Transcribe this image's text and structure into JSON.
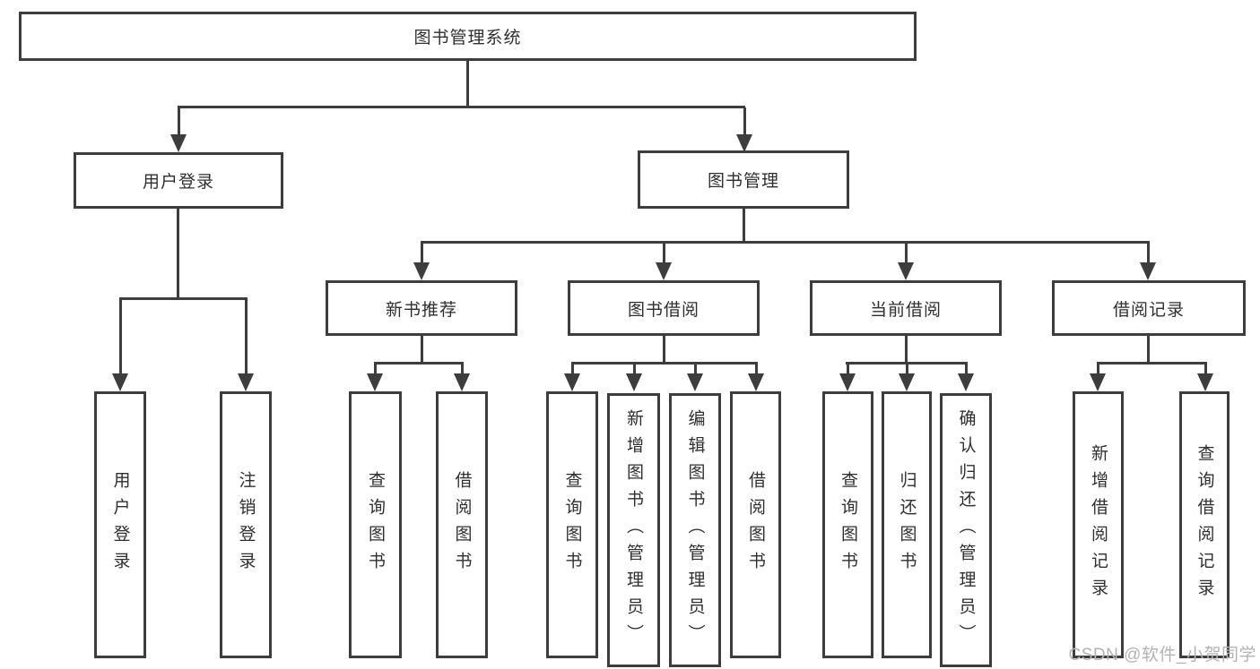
{
  "colors": {
    "line": "#3d3d3d",
    "text": "#2f2f2f",
    "watermark": "#b3b3b3",
    "background": "#ffffff"
  },
  "tree": {
    "root": {
      "label": "图书管理系统"
    },
    "branches": [
      {
        "label": "用户登录",
        "children": [
          {
            "label": "用户登录"
          },
          {
            "label": "注销登录"
          }
        ]
      },
      {
        "label": "图书管理",
        "children": [
          {
            "label": "新书推荐",
            "children": [
              {
                "label": "查询图书"
              },
              {
                "label": "借阅图书"
              }
            ]
          },
          {
            "label": "图书借阅",
            "children": [
              {
                "label": "查询图书"
              },
              {
                "label": "新增图书（管理员）"
              },
              {
                "label": "编辑图书（管理员）"
              },
              {
                "label": "借阅图书"
              }
            ]
          },
          {
            "label": "当前借阅",
            "children": [
              {
                "label": "查询图书"
              },
              {
                "label": "归还图书"
              },
              {
                "label": "确认归还（管理员）"
              }
            ]
          },
          {
            "label": "借阅记录",
            "children": [
              {
                "label": "新增借阅记录"
              },
              {
                "label": "查询借阅记录"
              }
            ]
          }
        ]
      }
    ]
  },
  "watermark": {
    "text": "CSDN @软件_小贺同学"
  }
}
